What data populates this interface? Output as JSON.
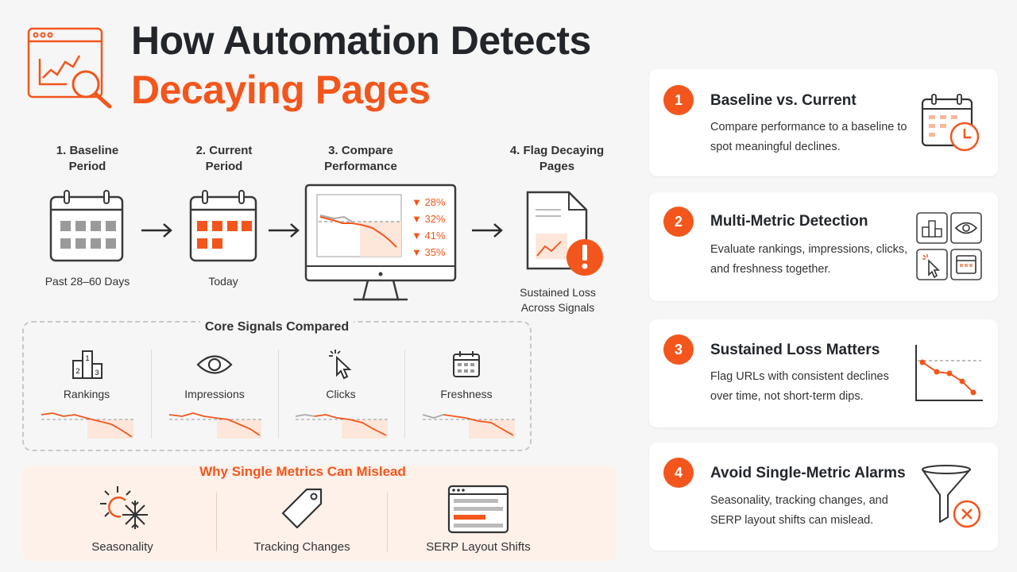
{
  "header": {
    "title_line1": "How Automation Detects",
    "title_line2": "Decaying Pages"
  },
  "steps": [
    {
      "label": "1. Baseline\nPeriod",
      "sub": "Past 28–60 Days"
    },
    {
      "label": "2. Current\nPeriod",
      "sub": "Today"
    },
    {
      "label": "3. Compare\nPerformance",
      "sub": ""
    },
    {
      "label": "4. Flag Decaying\nPages",
      "sub": "Sustained Loss\nAcross Signals"
    }
  ],
  "compare_drops": [
    "▼ 28%",
    "▼ 32%",
    "▼ 41%",
    "▼ 35%"
  ],
  "core_signals": {
    "title": "Core Signals Compared",
    "items": [
      {
        "label": "Rankings",
        "icon": "podium-icon"
      },
      {
        "label": "Impressions",
        "icon": "eye-icon"
      },
      {
        "label": "Clicks",
        "icon": "cursor-click-icon"
      },
      {
        "label": "Freshness",
        "icon": "calendar-icon"
      }
    ]
  },
  "misleading": {
    "title": "Why Single Metrics Can Mislead",
    "items": [
      {
        "label": "Seasonality",
        "icon": "sun-snowflake-icon"
      },
      {
        "label": "Tracking Changes",
        "icon": "tag-icon"
      },
      {
        "label": "SERP Layout Shifts",
        "icon": "serp-window-icon"
      }
    ]
  },
  "cards": [
    {
      "number": "1",
      "title": "Baseline vs. Current",
      "text": "Compare performance to a baseline to spot meaningful declines.",
      "icon": "calendar-clock-icon"
    },
    {
      "number": "2",
      "title": "Multi-Metric Detection",
      "text": "Evaluate rankings, impressions, clicks, and freshness together.",
      "icon": "metrics-grid-icon"
    },
    {
      "number": "3",
      "title": "Sustained Loss Matters",
      "text": "Flag URLs with consistent declines over time, not short-term dips.",
      "icon": "declining-line-icon"
    },
    {
      "number": "4",
      "title": "Avoid Single-Metric Alarms",
      "text": "Seasonality, tracking changes, and SERP layout shifts can mislead.",
      "icon": "funnel-x-icon"
    }
  ],
  "colors": {
    "accent": "#f2561d",
    "dark": "#22262b",
    "line": "#3a3a3a"
  }
}
